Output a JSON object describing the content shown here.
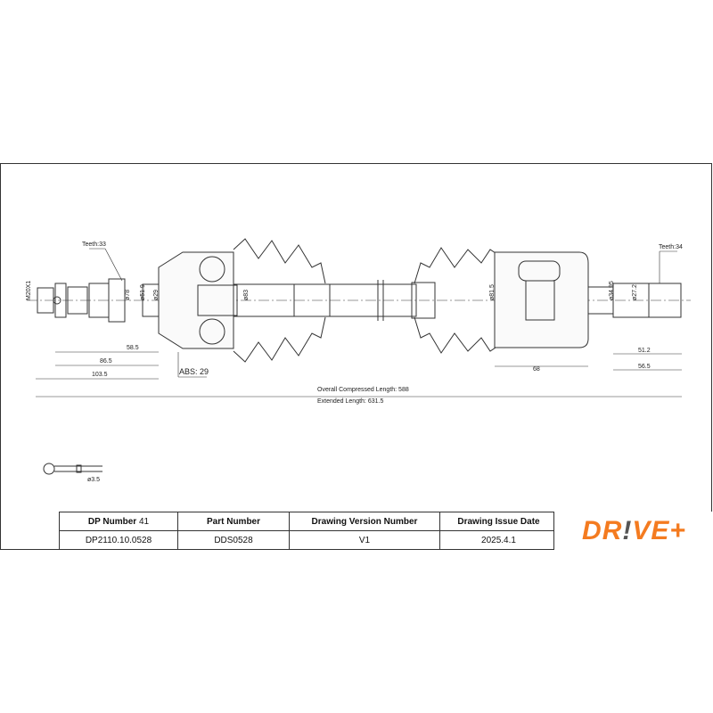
{
  "drawing": {
    "left_thread": "M20X1",
    "teeth_left": "Teeth:33",
    "teeth_right": "Teeth:34",
    "dia_78": "ø78",
    "dia_51_9": "ø51.9",
    "dia_29": "ø29",
    "dia_83": "ø83",
    "dia_81_5": "ø81.5",
    "dia_34_95": "ø34.95",
    "dia_27": "ø27.2",
    "len_58_5": "58.5",
    "len_86_5": "86.5",
    "len_103_5": "103.5",
    "abs": "ABS: 29",
    "len_68": "68",
    "len_51_2": "51.2",
    "len_56_5": "56.5",
    "overall": "Overall  Compressed  Length: 588",
    "extended": "Extended  Length: 631.5",
    "pin_dia": "ø3.5"
  },
  "table": {
    "headers": [
      "DP Number",
      "Part Number",
      "Drawing Version Number",
      "Drawing Issue Date"
    ],
    "dp_number_suffix": "41",
    "values": [
      "DP2110.10.0528",
      "DDS0528",
      "V1",
      "2025.4.1"
    ]
  },
  "logo": {
    "text_left": "DR",
    "bang": "!",
    "text_right": "VE+",
    "brand_color": "#f47b20",
    "bang_color": "#555555"
  }
}
